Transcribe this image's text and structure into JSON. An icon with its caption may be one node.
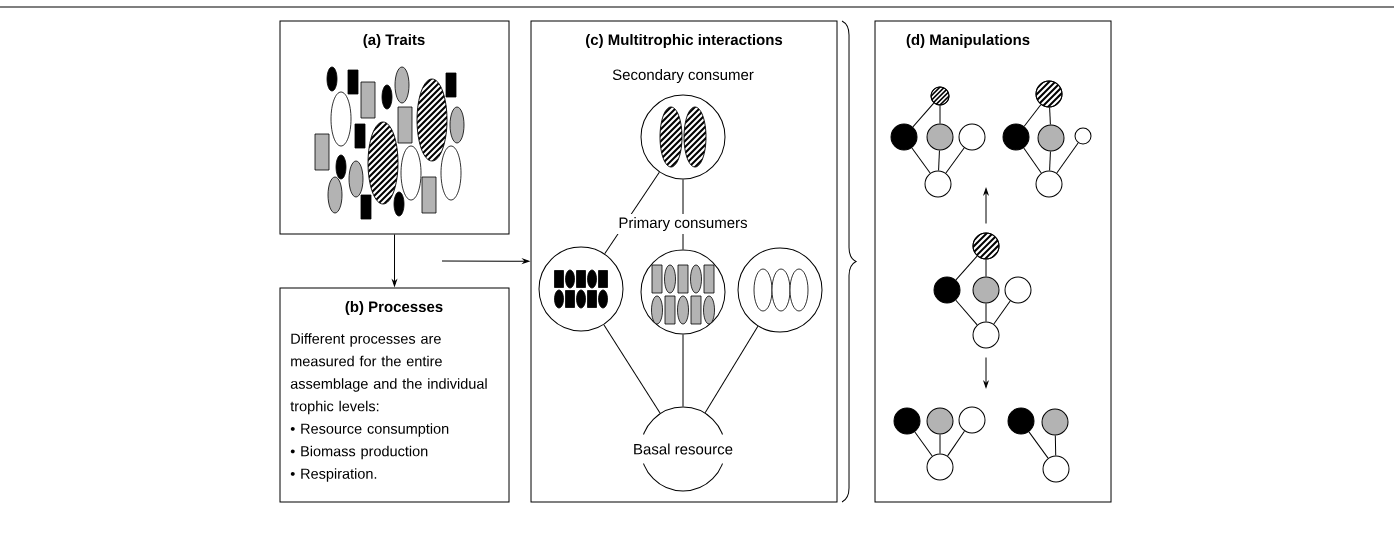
{
  "diagram": {
    "nodes": [
      {
        "text": [
          "(a) Traits"
        ]
      },
      {
        "text": [
          "(b) Processes",
          "Different processes are measured for the entire assemblage and the individual trophic levels:",
          "• Resource consumption",
          "• Biomass production",
          "• Respiration."
        ]
      },
      {
        "text": [
          "(c) Multitrophic interactions"
        ]
      },
      {
        "text": [
          "Secondary consumer"
        ],
        "in": 2
      },
      {
        "text": [],
        "shape": "circle",
        "in": 2
      },
      {
        "text": [],
        "shape": "circle",
        "in": 2
      },
      {
        "text": [],
        "shape": "circle",
        "in": 2
      },
      {
        "text": [
          "Basal resource"
        ],
        "in": 2
      },
      {
        "text": [
          "(d) Manipulations"
        ]
      },
      {
        "text": [],
        "shape": "circle",
        "in": 8
      },
      {
        "text": [],
        "shape": "circle",
        "in": 8
      },
      {
        "text": [],
        "shape": "circle",
        "in": 8
      },
      {
        "text": [],
        "shape": "circle",
        "in": 8
      },
      {
        "text": [],
        "shape": "circle",
        "in": 8
      },
      {
        "text": [],
        "shape": "circle",
        "in": 8
      },
      {
        "text": [],
        "shape": "circle",
        "in": 8
      },
      {
        "text": [],
        "shape": "circle",
        "in": 8
      },
      {
        "text": [],
        "shape": "circle",
        "in": 8
      },
      {
        "text": [],
        "shape": "circle",
        "in": 8
      },
      {
        "text": [],
        "shape": "circle",
        "in": 8
      },
      {
        "text": [],
        "shape": "circle",
        "in": 8
      },
      {
        "text": [],
        "shape": "circle",
        "in": 8
      },
      {
        "text": [],
        "shape": "circle",
        "in": 8
      },
      {
        "text": [],
        "shape": "circle",
        "in": 8
      },
      {
        "text": [],
        "shape": "circle",
        "in": 8
      },
      {
        "text": [],
        "shape": "circle",
        "in": 8
      },
      {
        "text": [],
        "shape": "circle",
        "in": 8
      },
      {
        "text": [],
        "shape": "circle",
        "in": 8
      },
      {
        "text": [],
        "shape": "circle",
        "in": 8
      },
      {
        "text": [],
        "shape": "circle",
        "in": 8
      },
      {
        "text": [],
        "shape": "circle",
        "in": 8
      }
    ],
    "edges": [
      {
        "from": 0,
        "to": 1,
        "arrow": "to"
      },
      {
        "from": null,
        "to": 2,
        "arrow": "to"
      },
      {
        "from": 3,
        "to": 4,
        "arrow": "none"
      },
      {
        "from": 3,
        "to": 5,
        "arrow": "none"
      },
      {
        "from": 4,
        "to": 7,
        "arrow": "none"
      },
      {
        "from": 5,
        "to": 7,
        "arrow": "none"
      },
      {
        "from": 6,
        "to": 7,
        "arrow": "none"
      },
      {
        "from": 9,
        "to": 10,
        "arrow": "none"
      },
      {
        "from": 9,
        "to": 11,
        "arrow": "none"
      },
      {
        "from": 10,
        "to": 13,
        "arrow": "none"
      },
      {
        "from": 11,
        "to": 13,
        "arrow": "none"
      },
      {
        "from": 12,
        "to": 13,
        "arrow": "none"
      },
      {
        "from": 14,
        "to": 15,
        "arrow": "none"
      },
      {
        "from": 14,
        "to": 16,
        "arrow": "none"
      },
      {
        "from": 15,
        "to": 18,
        "arrow": "none"
      },
      {
        "from": 16,
        "to": 18,
        "arrow": "none"
      },
      {
        "from": 17,
        "to": 18,
        "arrow": "none"
      },
      {
        "from": 19,
        "to": 20,
        "arrow": "none"
      },
      {
        "from": 19,
        "to": 21,
        "arrow": "none"
      },
      {
        "from": 20,
        "to": 23,
        "arrow": "none"
      },
      {
        "from": 21,
        "to": 23,
        "arrow": "none"
      },
      {
        "from": 22,
        "to": 23,
        "arrow": "none"
      },
      {
        "from": 24,
        "to": 27,
        "arrow": "none"
      },
      {
        "from": 25,
        "to": 27,
        "arrow": "none"
      },
      {
        "from": 26,
        "to": 27,
        "arrow": "none"
      },
      {
        "from": 28,
        "to": 30,
        "arrow": "none"
      },
      {
        "from": 29,
        "to": 30,
        "arrow": "none"
      },
      {
        "from": 19,
        "to": null,
        "arrow": "to"
      },
      {
        "from": 23,
        "to": null,
        "arrow": "to"
      }
    ],
    "labels": [
      "Primary consumers"
    ]
  }
}
